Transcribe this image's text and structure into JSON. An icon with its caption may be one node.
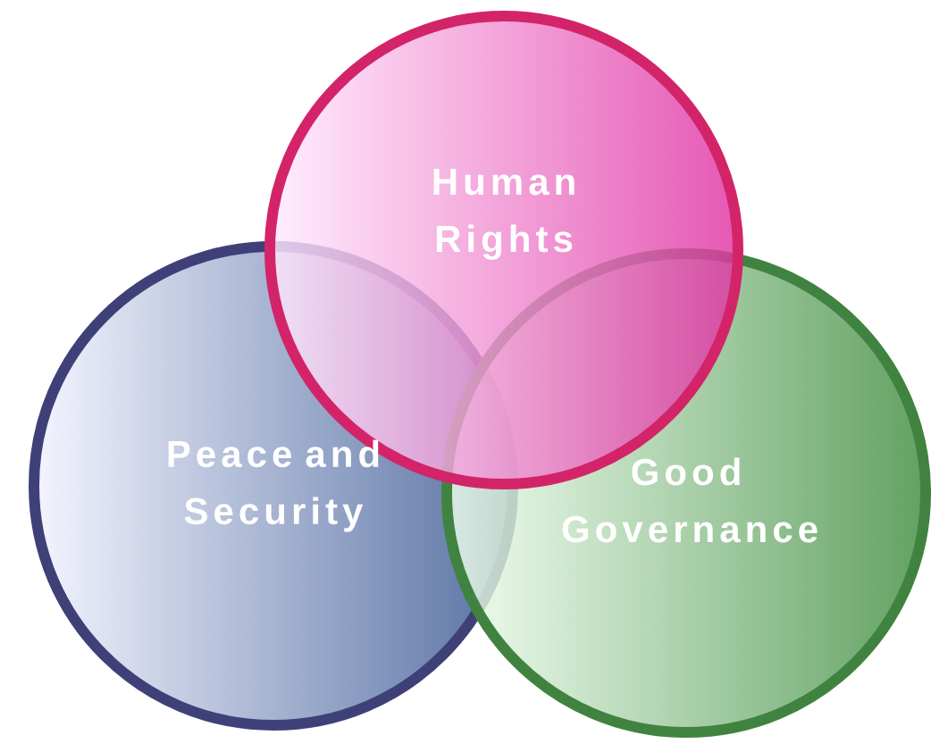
{
  "diagram": {
    "nodes": [
      {
        "text": [
          "Human Rights"
        ]
      },
      {
        "text": [
          "Peace and Security"
        ]
      },
      {
        "text": [
          "Good Governance"
        ]
      }
    ]
  }
}
